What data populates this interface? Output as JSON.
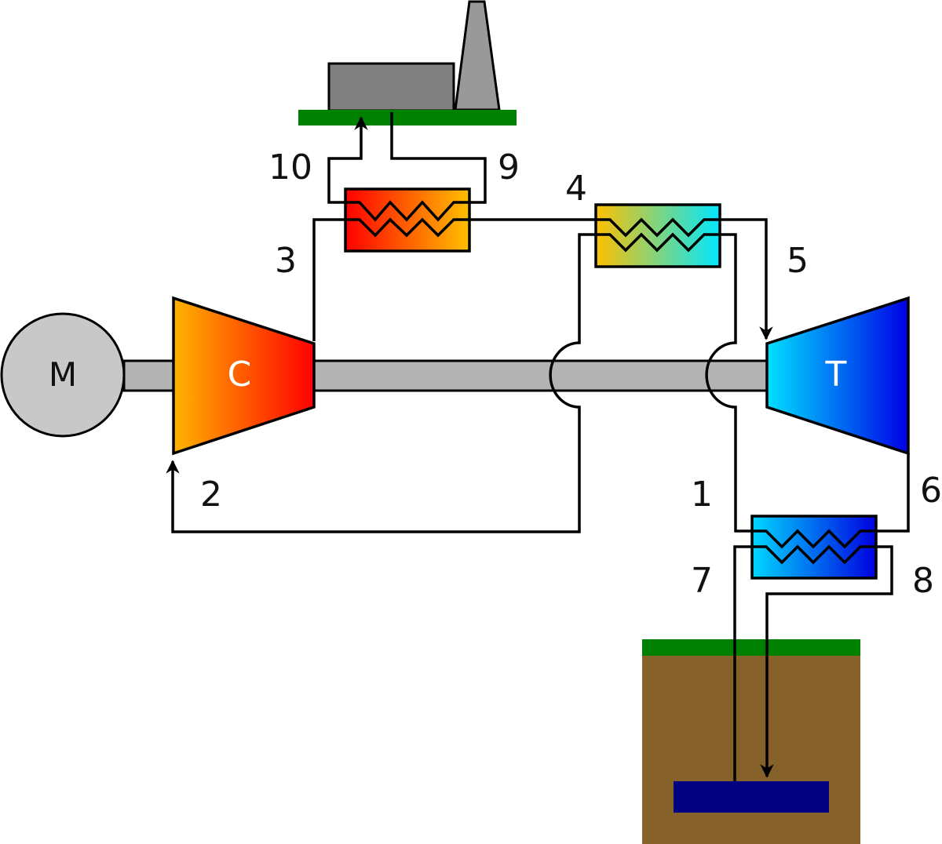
{
  "title": "Heat pump / gas cycle with district heating and ground source",
  "components": {
    "motor": {
      "label": "M",
      "color": "#c8c8c8"
    },
    "compressor": {
      "label": "C",
      "gradient": [
        "#ffb400",
        "#ff0000"
      ]
    },
    "turbine": {
      "label": "T",
      "gradient": [
        "#00e0ff",
        "#0000e6"
      ]
    },
    "hx_hot": {
      "gradient": [
        "#ff0000",
        "#ffc000"
      ]
    },
    "hx_recuperator": {
      "gradient": [
        "#ffc000",
        "#00e8ff"
      ]
    },
    "hx_cold": {
      "gradient": [
        "#00d8ff",
        "#0000e0"
      ]
    },
    "shaft": {
      "color": "#b3b3b3"
    },
    "building": {
      "color": "#808080",
      "chimney_color": "#999999",
      "ground_color": "#008000"
    },
    "ground": {
      "soil_color": "#86612a",
      "grass_color": "#008000",
      "reservoir_color": "#000080"
    }
  },
  "state_points": [
    "1",
    "2",
    "3",
    "4",
    "5",
    "6",
    "7",
    "8",
    "9",
    "10"
  ]
}
